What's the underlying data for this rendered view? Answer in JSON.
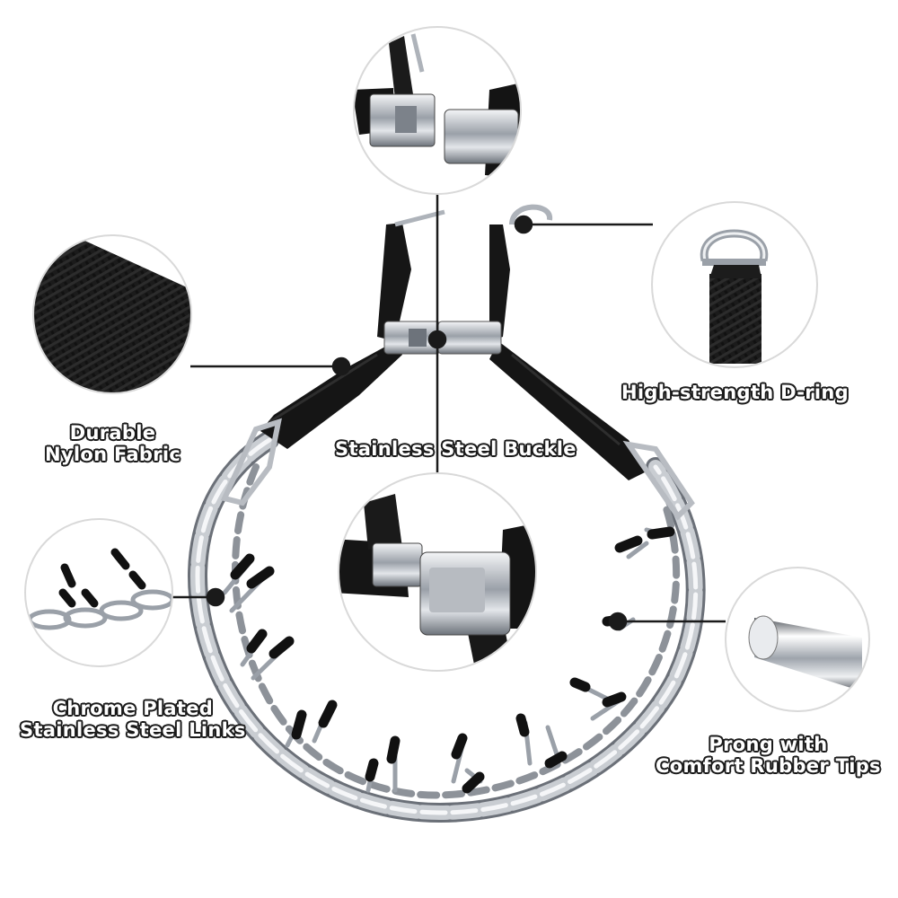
{
  "labels": {
    "buckle": "Stainless Steel Buckle",
    "d_ring": "High-strength D-ring",
    "nylon": [
      "Durable",
      "Nylon Fabric"
    ],
    "links": [
      "Chrome Plated",
      "Stainless Steel Links"
    ],
    "prong": [
      "Prong with",
      "Comfort Rubber Tips"
    ]
  },
  "colors": {
    "strap": "#141414",
    "chain": "#b8bcc2",
    "tip": "#111111",
    "callout_line": "#1a1a1a",
    "circle_border": "#d9d9d9"
  }
}
